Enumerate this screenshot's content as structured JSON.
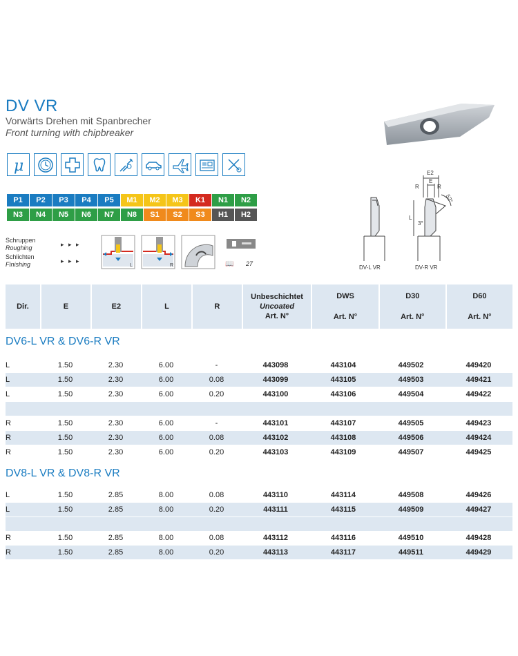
{
  "header": {
    "title": "DV VR",
    "subtitle_de": "Vorwärts Drehen mit Spanbrecher",
    "subtitle_en": "Front turning with chipbreaker"
  },
  "material_rows": [
    [
      {
        "t": "P1",
        "c": "#1a7cc1"
      },
      {
        "t": "P2",
        "c": "#1a7cc1"
      },
      {
        "t": "P3",
        "c": "#1a7cc1"
      },
      {
        "t": "P4",
        "c": "#1a7cc1"
      },
      {
        "t": "P5",
        "c": "#1a7cc1"
      },
      {
        "t": "M1",
        "c": "#f5c518"
      },
      {
        "t": "M2",
        "c": "#f5c518"
      },
      {
        "t": "M3",
        "c": "#f5c518"
      },
      {
        "t": "K1",
        "c": "#d42a1f"
      },
      {
        "t": "N1",
        "c": "#2e9e46"
      },
      {
        "t": "N2",
        "c": "#2e9e46"
      }
    ],
    [
      {
        "t": "N3",
        "c": "#2e9e46"
      },
      {
        "t": "N4",
        "c": "#2e9e46"
      },
      {
        "t": "N5",
        "c": "#2e9e46"
      },
      {
        "t": "N6",
        "c": "#2e9e46"
      },
      {
        "t": "N7",
        "c": "#2e9e46"
      },
      {
        "t": "N8",
        "c": "#2e9e46"
      },
      {
        "t": "S1",
        "c": "#f08a1c"
      },
      {
        "t": "S2",
        "c": "#f08a1c"
      },
      {
        "t": "S3",
        "c": "#f08a1c"
      },
      {
        "t": "H1",
        "c": "#555555"
      },
      {
        "t": "H2",
        "c": "#555555"
      }
    ]
  ],
  "feed": {
    "rough_de": "Schruppen",
    "rough_en": "Roughing",
    "rough_arrows": "▸ ▸ ▸",
    "finish_de": "Schlichten",
    "finish_en": "Finishing",
    "finish_arrows": "▸ ▸ ▸"
  },
  "application_icons": {
    "left_label": "L",
    "right_label": "R",
    "page_ref": "27"
  },
  "diagram": {
    "label_left": "DV-L VR",
    "label_right": "DV-R VR",
    "e2": "E2",
    "e": "E",
    "r": "R",
    "l": "L",
    "angle": "52°",
    "angle2": "3°"
  },
  "table": {
    "headers": {
      "dir": "Dir.",
      "e": "E",
      "e2": "E2",
      "l": "L",
      "r": "R",
      "uncoated_de": "Unbeschichtet",
      "uncoated_en": "Uncoated",
      "art_no": "Art. N°",
      "dws": "DWS",
      "d30": "D30",
      "d60": "D60"
    },
    "sections": [
      {
        "title": "DV6-L VR & DV6-R VR",
        "rows": [
          [
            "L",
            "1.50",
            "2.30",
            "6.00",
            "-",
            "443098",
            "443104",
            "449502",
            "449420"
          ],
          [
            "L",
            "1.50",
            "2.30",
            "6.00",
            "0.08",
            "443099",
            "443105",
            "449503",
            "449421"
          ],
          [
            "L",
            "1.50",
            "2.30",
            "6.00",
            "0.20",
            "443100",
            "443106",
            "449504",
            "449422"
          ],
          [
            "R",
            "1.50",
            "2.30",
            "6.00",
            "-",
            "443101",
            "443107",
            "449505",
            "449423"
          ],
          [
            "R",
            "1.50",
            "2.30",
            "6.00",
            "0.08",
            "443102",
            "443108",
            "449506",
            "449424"
          ],
          [
            "R",
            "1.50",
            "2.30",
            "6.00",
            "0.20",
            "443103",
            "443109",
            "449507",
            "449425"
          ]
        ]
      },
      {
        "title": "DV8-L VR & DV8-R VR",
        "rows": [
          [
            "L",
            "1.50",
            "2.85",
            "8.00",
            "0.08",
            "443110",
            "443114",
            "449508",
            "449426"
          ],
          [
            "L",
            "1.50",
            "2.85",
            "8.00",
            "0.20",
            "443111",
            "443115",
            "449509",
            "449427"
          ],
          [
            "R",
            "1.50",
            "2.85",
            "8.00",
            "0.08",
            "443112",
            "443116",
            "449510",
            "449428"
          ],
          [
            "R",
            "1.50",
            "2.85",
            "8.00",
            "0.20",
            "443113",
            "443117",
            "449511",
            "449429"
          ]
        ]
      }
    ]
  }
}
